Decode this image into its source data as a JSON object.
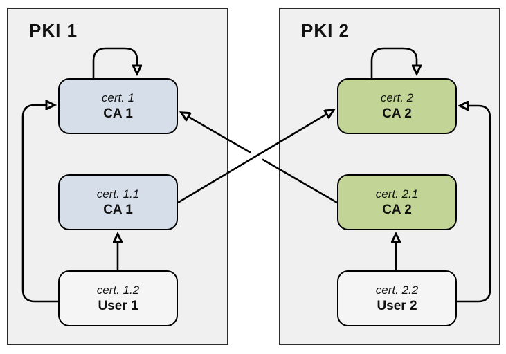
{
  "groups": [
    {
      "label": "PKI 1",
      "nodes": [
        {
          "cert": "cert. 1",
          "owner": "CA 1"
        },
        {
          "cert": "cert. 1.1",
          "owner": "CA 1"
        },
        {
          "cert": "cert. 1.2",
          "owner": "User 1"
        }
      ]
    },
    {
      "label": "PKI 2",
      "nodes": [
        {
          "cert": "cert. 2",
          "owner": "CA 2"
        },
        {
          "cert": "cert. 2.1",
          "owner": "CA 2"
        },
        {
          "cert": "cert. 2.2",
          "owner": "User 2"
        }
      ]
    }
  ],
  "edges": [
    {
      "from": "cert. 1 / CA 1",
      "to": "cert. 1 / CA 1",
      "shape": "self-loop"
    },
    {
      "from": "cert. 1.2 / User 1",
      "to": "cert. 1.1 / CA 1",
      "shape": "vertical-up"
    },
    {
      "from": "cert. 1.2 / User 1",
      "to": "cert. 1 / CA 1",
      "shape": "left-side-curve"
    },
    {
      "from": "cert. 1.1 / CA 1",
      "to": "cert. 2 / CA 2",
      "shape": "diagonal-cross"
    },
    {
      "from": "cert. 2 / CA 2",
      "to": "cert. 2 / CA 2",
      "shape": "self-loop"
    },
    {
      "from": "cert. 2.2 / User 2",
      "to": "cert. 2.1 / CA 2",
      "shape": "vertical-up"
    },
    {
      "from": "cert. 2.2 / User 2",
      "to": "cert. 2 / CA 2",
      "shape": "right-side-curve"
    },
    {
      "from": "cert. 2.1 / CA 2",
      "to": "cert. 1 / CA 1",
      "shape": "diagonal-cross-with-gap"
    }
  ],
  "colors": {
    "group_fill": "#f0f0f0",
    "group_border": "#2b2b2b",
    "ca1_node_fill": "#d6dfe9",
    "ca2_node_fill": "#c2d496",
    "user_node_fill": "#f5f5f5",
    "node_border": "#000000",
    "arrow": "#000000",
    "page_background": "#ffffff"
  }
}
